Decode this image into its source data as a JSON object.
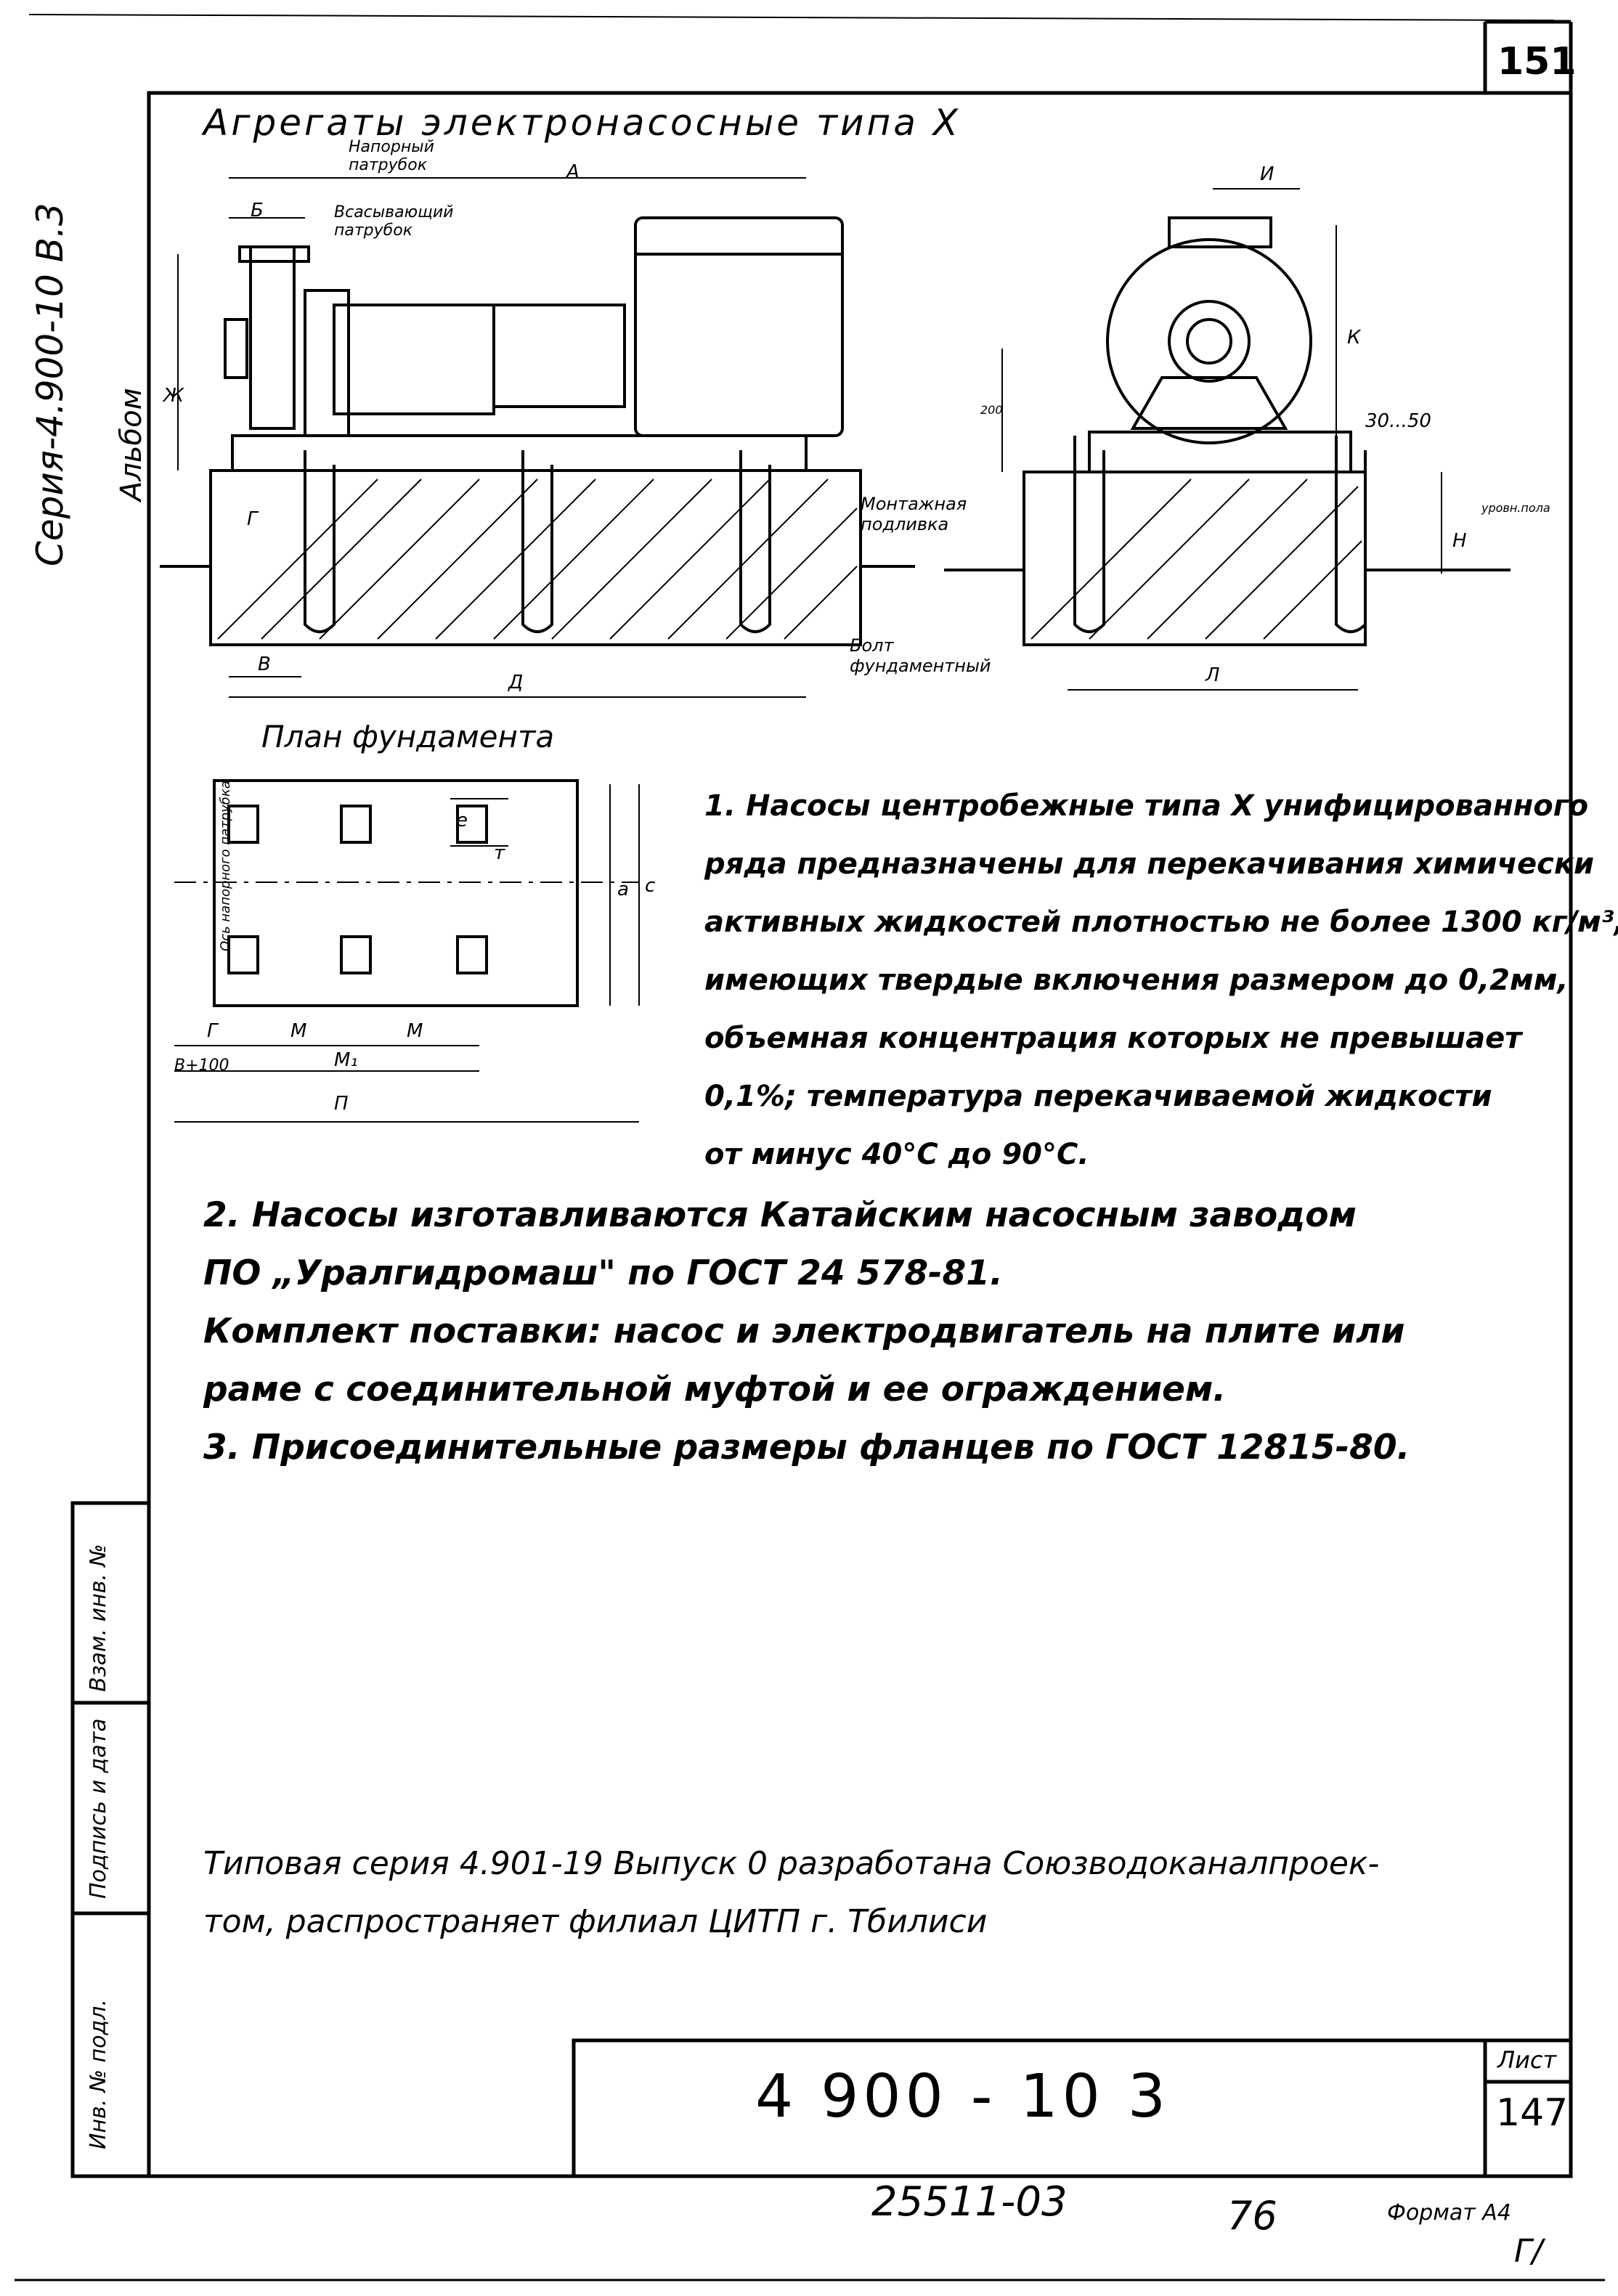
{
  "sheet": {
    "page_number": "151",
    "series_side": "Серия-4.900-10 В.3",
    "album_side": "Альбом",
    "title": "Агрегаты электронасосные типа Х"
  },
  "drawing_labels": {
    "discharge_pipe": "Напорный патрубок",
    "suction_pipe": "Всасывающий патрубок",
    "dim_A": "А",
    "dim_B": "Б",
    "dim_V": "В",
    "dim_D": "Д",
    "dim_Zh": "Ж",
    "dim_G": "Г",
    "dim_I": "И",
    "dim_K": "К",
    "dim_N": "Н",
    "dim_L": "Л",
    "dim_gap": "30...50",
    "dim_small": "200",
    "grout": "Монтажная подливка",
    "bolt": "Болт фундаментный",
    "level": "уровн.пола"
  },
  "plan": {
    "title": "План фундамента",
    "axis_label": "Ось напорного патрубка",
    "dim_e": "е",
    "dim_m": "т",
    "dim_a": "а",
    "dim_s": "с",
    "dim_G": "Г",
    "dim_M": "М",
    "dim_M1": "М₁",
    "dim_V100": "В+100",
    "dim_P": "П"
  },
  "notes": [
    "1. Насосы центробежные типа Х унифицированного",
    "ряда предназначены для перекачивания химически",
    "активных жидкостей плотностью не более 1300 кг/м³,",
    "имеющих твердые включения размером до 0,2мм,",
    "объемная концентрация которых не превышает",
    "0,1%; температура перекачиваемой жидкости",
    "от минус 40°С до 90°С.",
    "2. Насосы изготавливаются Катайским насосным заводом",
    "ПО „Уралгидромаш\" по ГОСТ 24 578-81.",
    "Комплект поставки: насос и электродвигатель на плите или",
    "раме с соединительной муфтой и ее ограждением.",
    "3. Присоединительные размеры фланцев по ГОСТ 12815-80."
  ],
  "footer_note": [
    "Типовая серия 4.901-19 Выпуск 0 разработана Союзводоканалпроек-",
    "том, распространяет филиал ЦИТП г. Тбилиси"
  ],
  "side_stamp": {
    "inv_podl": "Инв. № подл.",
    "podpis": "Подпись и дата",
    "vzam": "Взам. инв. №"
  },
  "title_block": {
    "code": "4 900 - 10 3",
    "sheet_label": "Лист",
    "sheet_number": "147"
  },
  "bottom": {
    "order": "25511-03",
    "num": "76",
    "format": "Формат А4",
    "mark": "Г/"
  }
}
